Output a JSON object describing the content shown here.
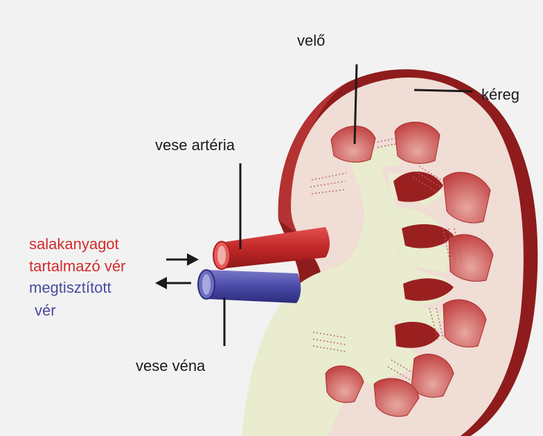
{
  "labels": {
    "velo": "velő",
    "kereg": "kéreg",
    "artery": "vese artéria",
    "vein": "vese véna",
    "dirty_line1": "salakanyagot",
    "dirty_line2": "tartalmazó vér",
    "clean_line1": "megtisztított",
    "clean_line2": "vér"
  },
  "colors": {
    "background": "#f2f2f2",
    "text": "#1a1a1a",
    "dirty_blood": "#d42a2a",
    "clean_blood": "#4a4aa0",
    "kidney_outer": "#8e1c1c",
    "cortex": "#f0ddd5",
    "pelvis": "#e9ecce",
    "pyramid": "#c94a4a",
    "pyramid_dark": "#9a2020"
  }
}
